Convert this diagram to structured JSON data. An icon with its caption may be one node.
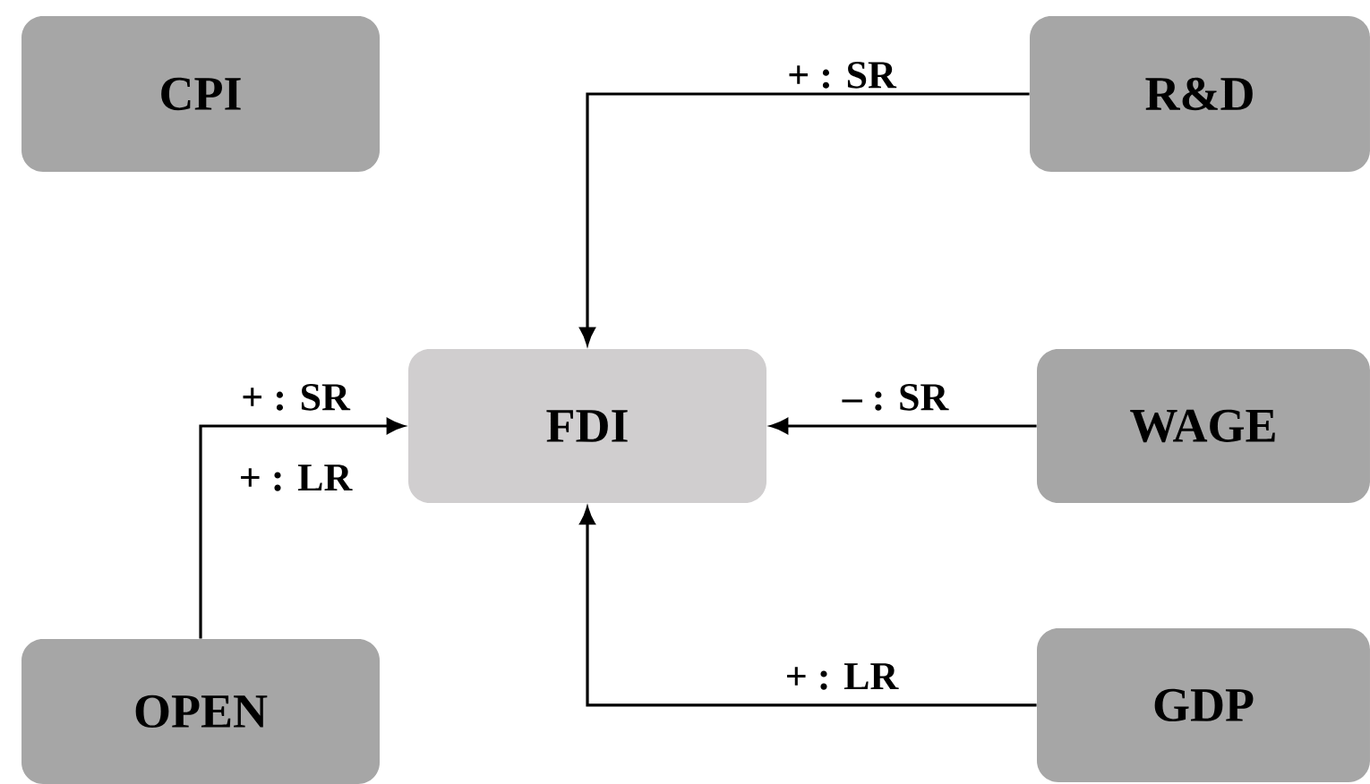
{
  "diagram": {
    "nodes": [
      {
        "text": [
          "CPI"
        ]
      },
      {
        "text": [
          "R&D"
        ]
      },
      {
        "text": [
          "FDI"
        ]
      },
      {
        "text": [
          "WAGE"
        ]
      },
      {
        "text": [
          "OPEN"
        ]
      },
      {
        "text": [
          "GDP"
        ]
      }
    ],
    "edges": [
      {
        "from": 1,
        "to": 2,
        "arrow": "to",
        "label": "+ : SR"
      },
      {
        "from": 4,
        "to": 2,
        "arrow": "to",
        "label": "+ : SR"
      },
      {
        "from": 3,
        "to": 2,
        "arrow": "to",
        "label": "– : SR"
      },
      {
        "from": 5,
        "to": 2,
        "arrow": "to",
        "label": "+ : LR"
      }
    ],
    "labels": [
      "+ : LR"
    ]
  }
}
